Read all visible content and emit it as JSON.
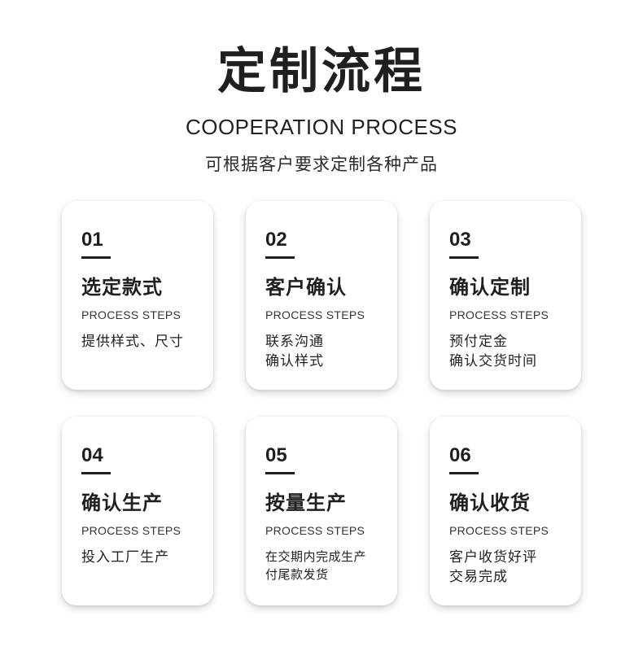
{
  "header": {
    "title": "定制流程",
    "subtitle": "COOPERATION PROCESS",
    "tagline": "可根据客户要求定制各种产品"
  },
  "steps": [
    {
      "number": "01",
      "title": "选定款式",
      "sub": "PROCESS STEPS",
      "desc": [
        "提供样式、尺寸"
      ]
    },
    {
      "number": "02",
      "title": "客户确认",
      "sub": "PROCESS STEPS",
      "desc": [
        "联系沟通",
        "确认样式"
      ]
    },
    {
      "number": "03",
      "title": "确认定制",
      "sub": "PROCESS STEPS",
      "desc": [
        "预付定金",
        "确认交货时间"
      ]
    },
    {
      "number": "04",
      "title": "确认生产",
      "sub": "PROCESS STEPS",
      "desc": [
        "投入工厂生产"
      ]
    },
    {
      "number": "05",
      "title": "按量生产",
      "sub": "PROCESS STEPS",
      "desc": [
        "在交期内完成生产",
        "付尾款发货"
      ]
    },
    {
      "number": "06",
      "title": "确认收货",
      "sub": "PROCESS STEPS",
      "desc": [
        "客户收货好评",
        "交易完成"
      ]
    }
  ]
}
